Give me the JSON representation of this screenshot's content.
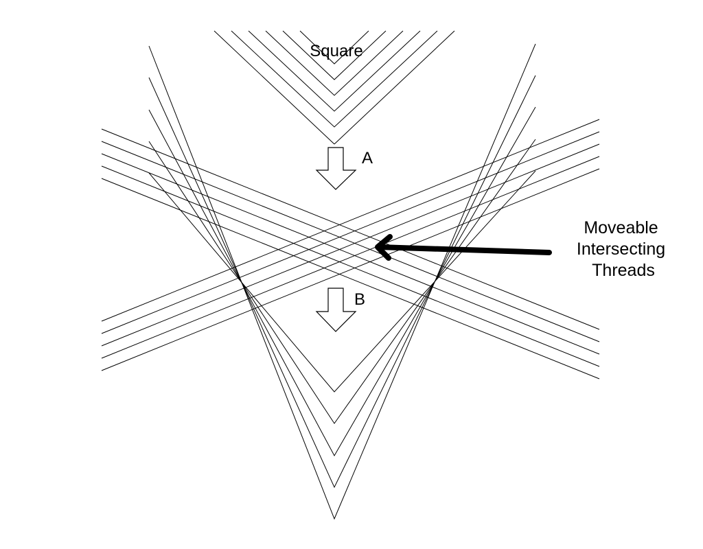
{
  "labels": {
    "square": "Square",
    "arrow_a": "A",
    "arrow_b": "B",
    "callout": [
      "Moveable",
      "Intersecting",
      "Threads"
    ]
  },
  "colors": {
    "line": "#000000",
    "background": "#ffffff"
  }
}
